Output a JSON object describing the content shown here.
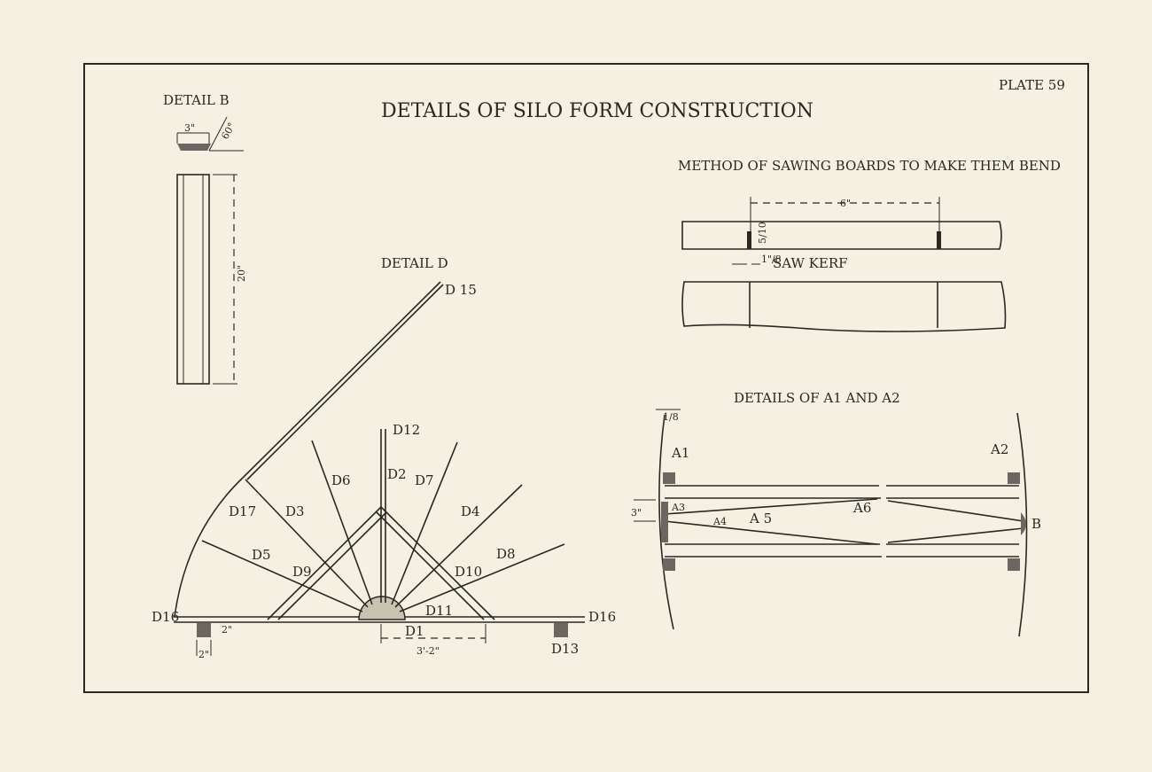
{
  "plate": "PLATE 59",
  "title": "DETAILS OF SILO FORM CONSTRUCTION",
  "detail_b": {
    "heading": "DETAIL B",
    "width_label": "3\"",
    "angle_label": "60°",
    "length_label": "20\""
  },
  "saw_method": {
    "heading": "METHOD OF SAWING BOARDS TO MAKE THEM BEND",
    "spacing_label": "6\"",
    "depth_label": "5/10",
    "kerf_fraction": "1\"/8",
    "kerf_label": "SAW KERF"
  },
  "detail_d": {
    "heading": "DETAIL D",
    "labels": {
      "d1": "D1",
      "d2": "D2",
      "d3": "D3",
      "d4": "D4",
      "d5": "D5",
      "d6": "D6",
      "d7": "D7",
      "d8": "D8",
      "d9": "D9",
      "d10": "D10",
      "d11": "D11",
      "d12": "D12",
      "d13": "D13",
      "d15": "D 15",
      "d16_left": "D16",
      "d16_right": "D16",
      "d17": "D17"
    },
    "span_label": "3'-2\"",
    "block_dim_v": "2\"",
    "block_dim_h": "2\""
  },
  "detail_a": {
    "heading": "DETAILS OF A1 AND A2",
    "labels": {
      "a1": "A1",
      "a2": "A2",
      "a3": "A3",
      "a4": "A4",
      "a5": "A 5",
      "a6": "A6",
      "b": "B"
    },
    "dim_3": "3\"",
    "dim_top": "1/8"
  }
}
